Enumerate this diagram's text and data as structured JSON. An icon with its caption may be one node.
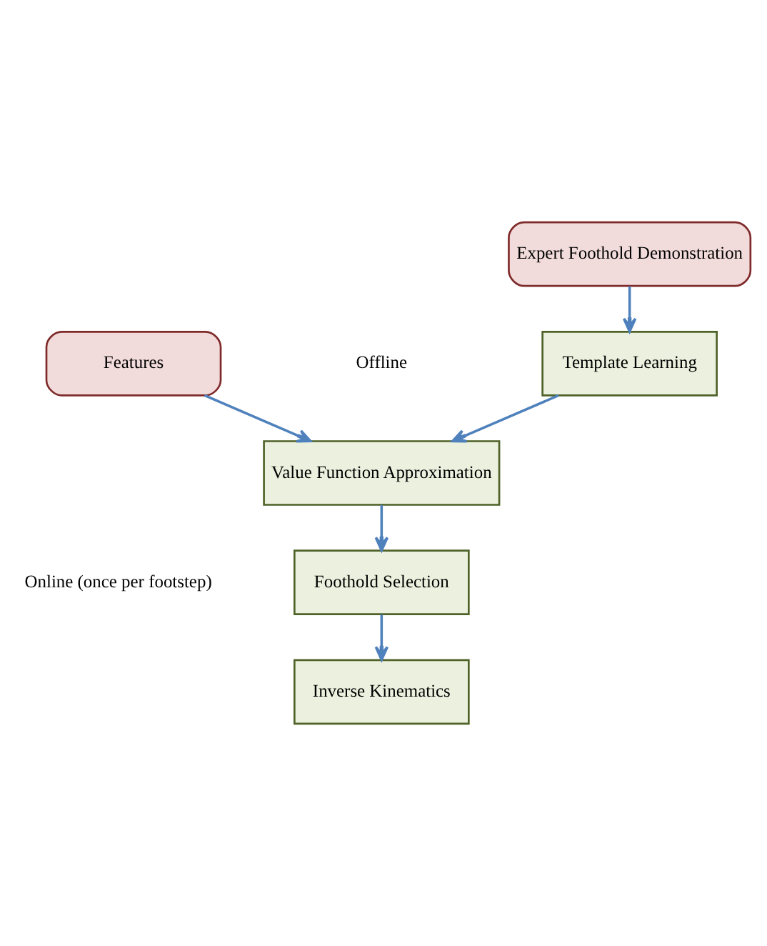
{
  "diagram": {
    "nodes": [
      {
        "text": [
          "Expert Foothold Demonstration"
        ]
      },
      {
        "text": [
          "Template Learning"
        ]
      },
      {
        "text": [
          "Features"
        ]
      },
      {
        "text": [
          "Value Function Approximation"
        ]
      },
      {
        "text": [
          "Foothold Selection"
        ]
      },
      {
        "text": [
          "Inverse Kinematics"
        ]
      }
    ],
    "edges": [
      {
        "from": 0,
        "to": 1,
        "arrow": "to"
      },
      {
        "from": 1,
        "to": 3,
        "arrow": "to"
      },
      {
        "from": 2,
        "to": 3,
        "arrow": "to"
      },
      {
        "from": 3,
        "to": 4,
        "arrow": "to"
      },
      {
        "from": 4,
        "to": 5,
        "arrow": "to"
      }
    ],
    "labels": [
      "Offline",
      "Online (once per footstep)"
    ]
  }
}
